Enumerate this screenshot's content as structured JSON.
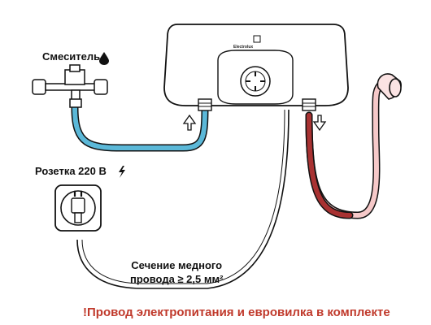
{
  "labels": {
    "mixer": "Смеситель",
    "outlet": "Розетка 220 В",
    "section_line1": "Сечение медного",
    "section_line2": "провода ≥ 2,5 мм²",
    "note": "!Провод электропитания и евровилка в комплекте",
    "brand": "Electrolux"
  },
  "icons": {
    "mixer": "water-drop-icon",
    "outlet": "lightning-icon",
    "cold_flow": "arrow-up-icon",
    "hot_flow": "arrow-down-icon"
  },
  "colors": {
    "cold_pipe": "#5bb8d8",
    "hot_pipe": "#a83232",
    "note": "#c0392b",
    "outline": "#111111"
  }
}
